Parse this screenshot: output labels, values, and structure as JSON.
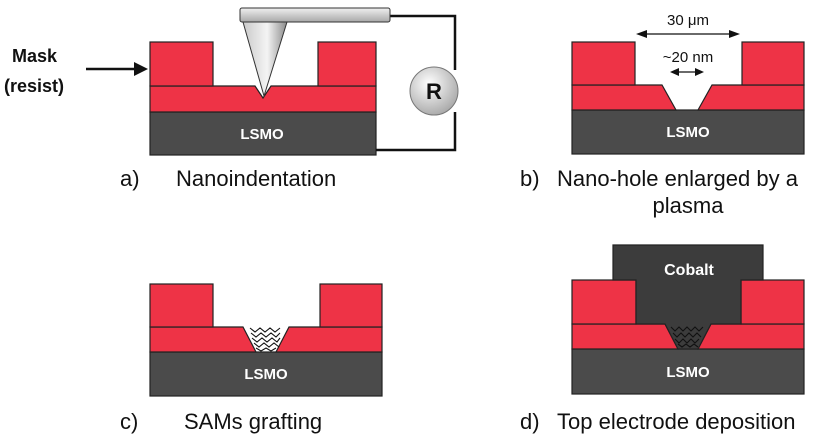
{
  "panel_a": {
    "mask_label_line1": "Mask",
    "mask_label_line2": "(resist)",
    "substrate": "LSMO",
    "meter": "R",
    "caption_letter": "a)",
    "caption": "Nanoindentation"
  },
  "panel_b": {
    "dim_top": "30 μm",
    "dim_bottom": "~20 nm",
    "substrate": "LSMO",
    "caption_letter": "b)",
    "caption_line1": "Nano-hole enlarged by a",
    "caption_line2": "plasma"
  },
  "panel_c": {
    "substrate": "LSMO",
    "caption_letter": "c)",
    "caption": "SAMs grafting"
  },
  "panel_d": {
    "electrode": "Cobalt",
    "substrate": "LSMO",
    "caption_letter": "d)",
    "caption": "Top electrode deposition"
  },
  "colors": {
    "resist": "#ee3346",
    "substrate": "#4b4b4b",
    "electrode": "#3c3c3c"
  }
}
